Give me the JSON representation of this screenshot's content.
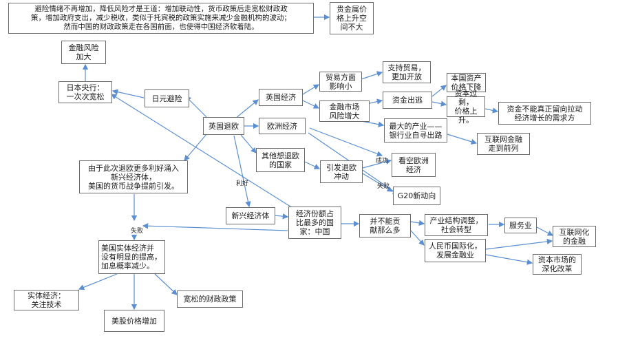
{
  "nodes": {
    "top_note": "避险情绪不再增加，降低风险才是王道：增加联动性，货币政策后走宽松财政政\n策，增加政府支出，减少税收，类似于托宾税的政策实施来减少金融机构的波动；\n然而中国的财政政策走在各国前面，也使得中国经济软着陆。",
    "precious_metals": "贵金属价\n格上升空\n间不大",
    "financial_risk": "金融风险\n加大",
    "boj": "日本央行：\n一次次宽松",
    "yen_hedge": "日元避险",
    "brexit": "英国退欧",
    "uk_economy": "英国经济",
    "eu_economy": "欧洲经济",
    "other_countries": "其他想退欧\n的国家",
    "trade": "贸易方面\n影响小",
    "support_trade": "支持贸易，\n更加开放",
    "fin_market": "金融市场\n风险增大",
    "capital_outflow": "资金出逃",
    "uk_assets": "本国资产\n价格下降",
    "capital_surplus": "资本过剩，\n价格上升。",
    "no_growth": "资金不能真正留向拉动\n经济增长的需求方",
    "bank_industry": "最大的产业——\n银行业自寻出路",
    "internet_finance_front": "互联网金融\n走到前列",
    "exit_shock": "引发退欧\n冲动",
    "short_europe": "看空欧洲\n经济",
    "g20": "G20新动向",
    "emerging_inflow": "由于此次退欧更多利好涌入\n新兴经济体，\n美国的货币战争提前引发。",
    "emerging": "新兴经济体",
    "china_share": "经济份额占\n比最多的国\n家：中国",
    "limited": "并不能贡\n献那么多",
    "restructure": "产业结构调整，\n社会转型",
    "services": "服务业",
    "internet_finance": "互联网化\n的金融",
    "rmb": "人民币国际化，\n发展金融业",
    "capital_market": "资本市场的\n深化改革",
    "us_real": "美国实体经济并\n没有明显的提高，\n加息概率减少。",
    "real_economy": "实体经济：\n关注技术",
    "loose_fiscal": "宽松的财政政策",
    "us_stocks": "美股价格增加"
  },
  "labels": {
    "benefit": "利好",
    "success": "成功",
    "fail1": "失败",
    "fail2": "失败"
  }
}
